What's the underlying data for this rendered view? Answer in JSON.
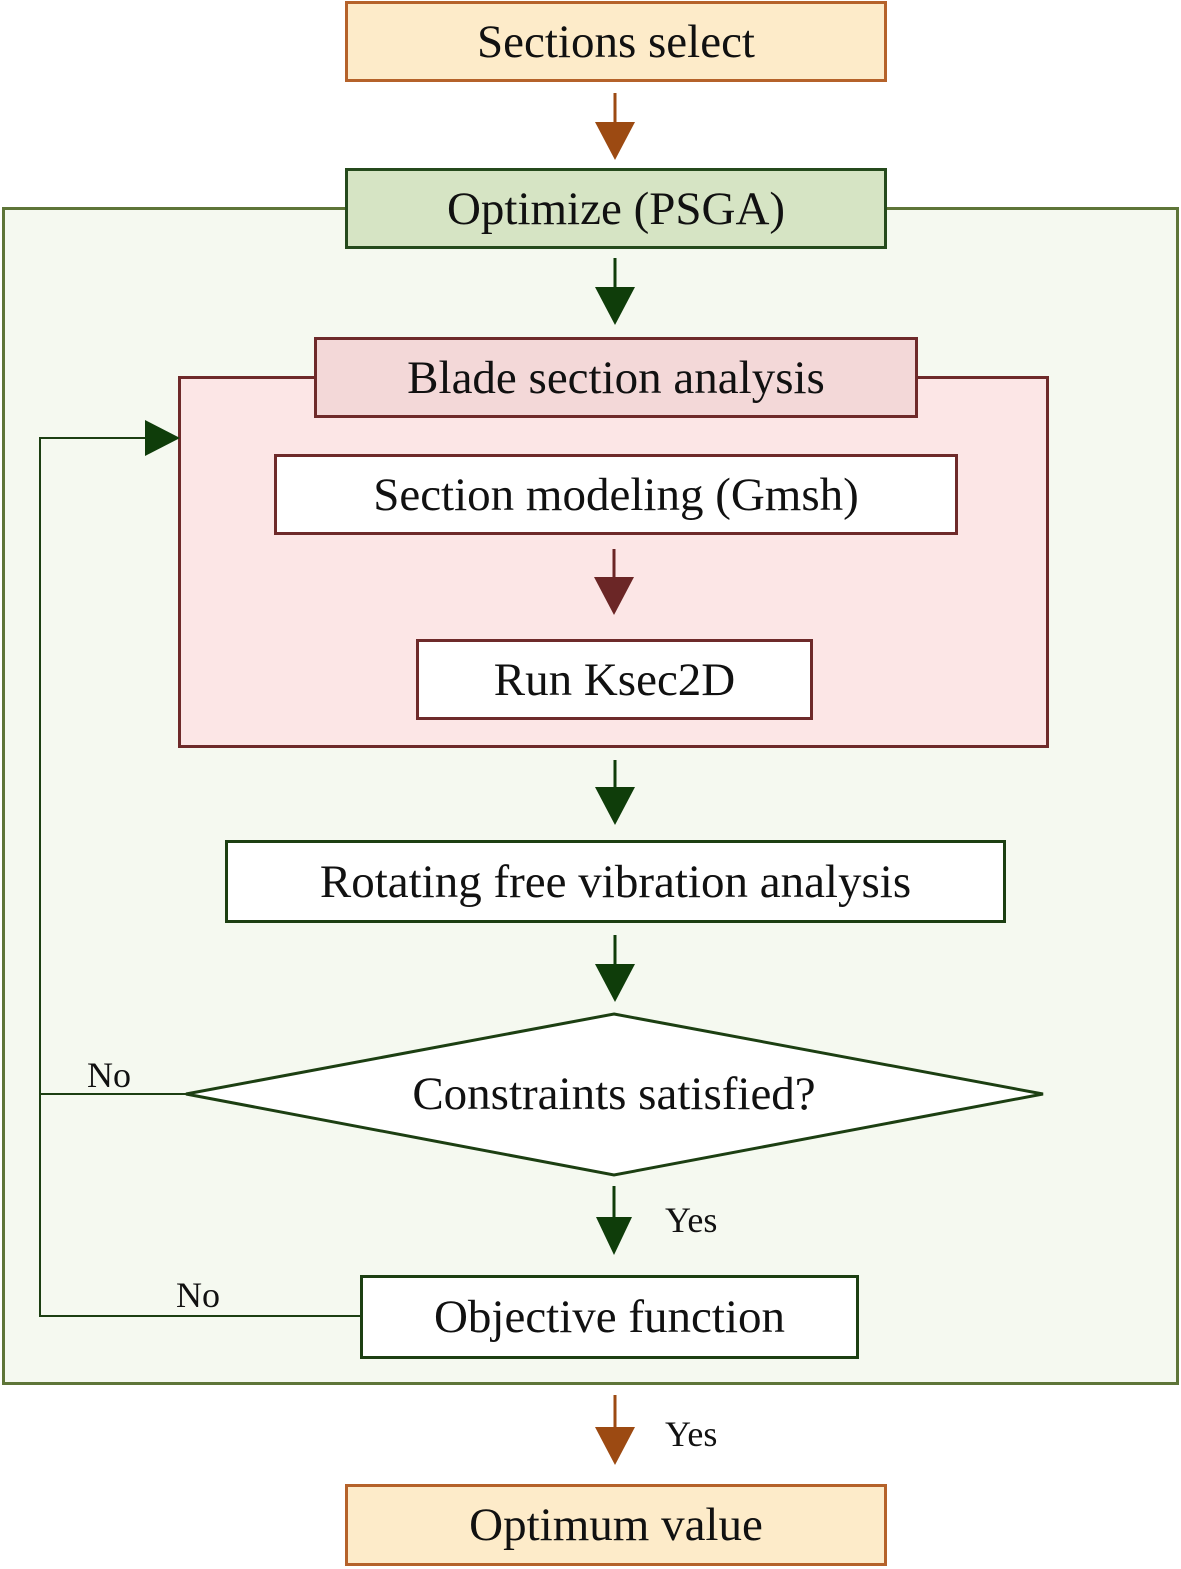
{
  "diagram": {
    "type": "flowchart",
    "nodes": {
      "sections_select": "Sections select",
      "optimize": "Optimize (PSGA)",
      "blade_section_analysis": "Blade section analysis",
      "section_modeling": "Section modeling (Gmsh)",
      "run_ksec2d": "Run Ksec2D",
      "rotating_free_vibration": "Rotating free vibration analysis",
      "constraints_satisfied": "Constraints satisfied?",
      "objective_function": "Objective function",
      "optimum_value": "Optimum value"
    },
    "edge_labels": {
      "constraints_no": "No",
      "constraints_yes": "Yes",
      "objective_no": "No",
      "objective_yes": "Yes"
    },
    "colors": {
      "orange_border": "#b5622a",
      "orange_fill": "#fdebc9",
      "green_border": "#254a1c",
      "green_fill": "#d6e4c4",
      "outer_panel_fill": "#f5f9f0",
      "outer_panel_border": "#5e7538",
      "pink_panel_fill": "#fce6e6",
      "pink_border": "#6e2a2a",
      "dark_green_arrow": "#0f3d0a",
      "brown_arrow": "#9c4a12",
      "maroon_arrow": "#6b2626"
    }
  }
}
